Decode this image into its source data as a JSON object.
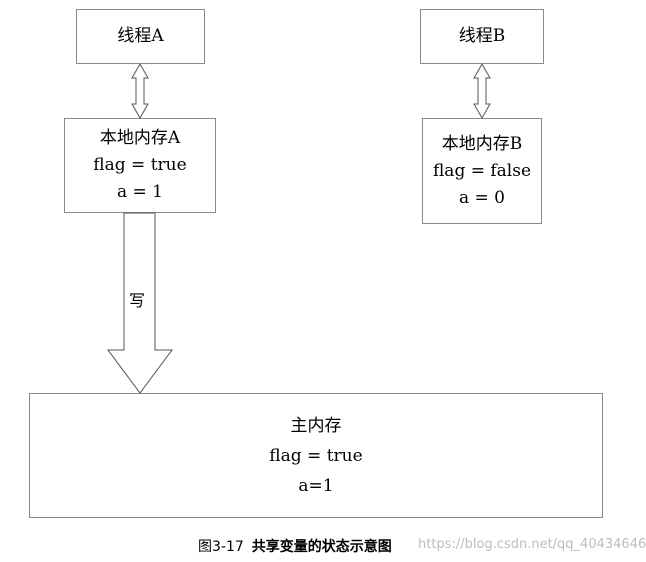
{
  "thread_a": {
    "label": "线程A"
  },
  "thread_b": {
    "label": "线程B"
  },
  "local_a": {
    "title": "本地内存A",
    "flag": "flag = true",
    "a": "a = 1"
  },
  "local_b": {
    "title": "本地内存B",
    "flag": "flag = false",
    "a": "a = 0"
  },
  "write_label": "写",
  "main_memory": {
    "title": "主内存",
    "flag": "flag = true",
    "a": "a=1"
  },
  "caption": {
    "number": "图3-17",
    "text": "共享变量的状态示意图"
  },
  "watermark": "https://blog.csdn.net/qq_40434646",
  "colors": {
    "border": "#8a8a8a",
    "arrow_stroke": "#555555",
    "watermark": "#bdbdbd"
  }
}
